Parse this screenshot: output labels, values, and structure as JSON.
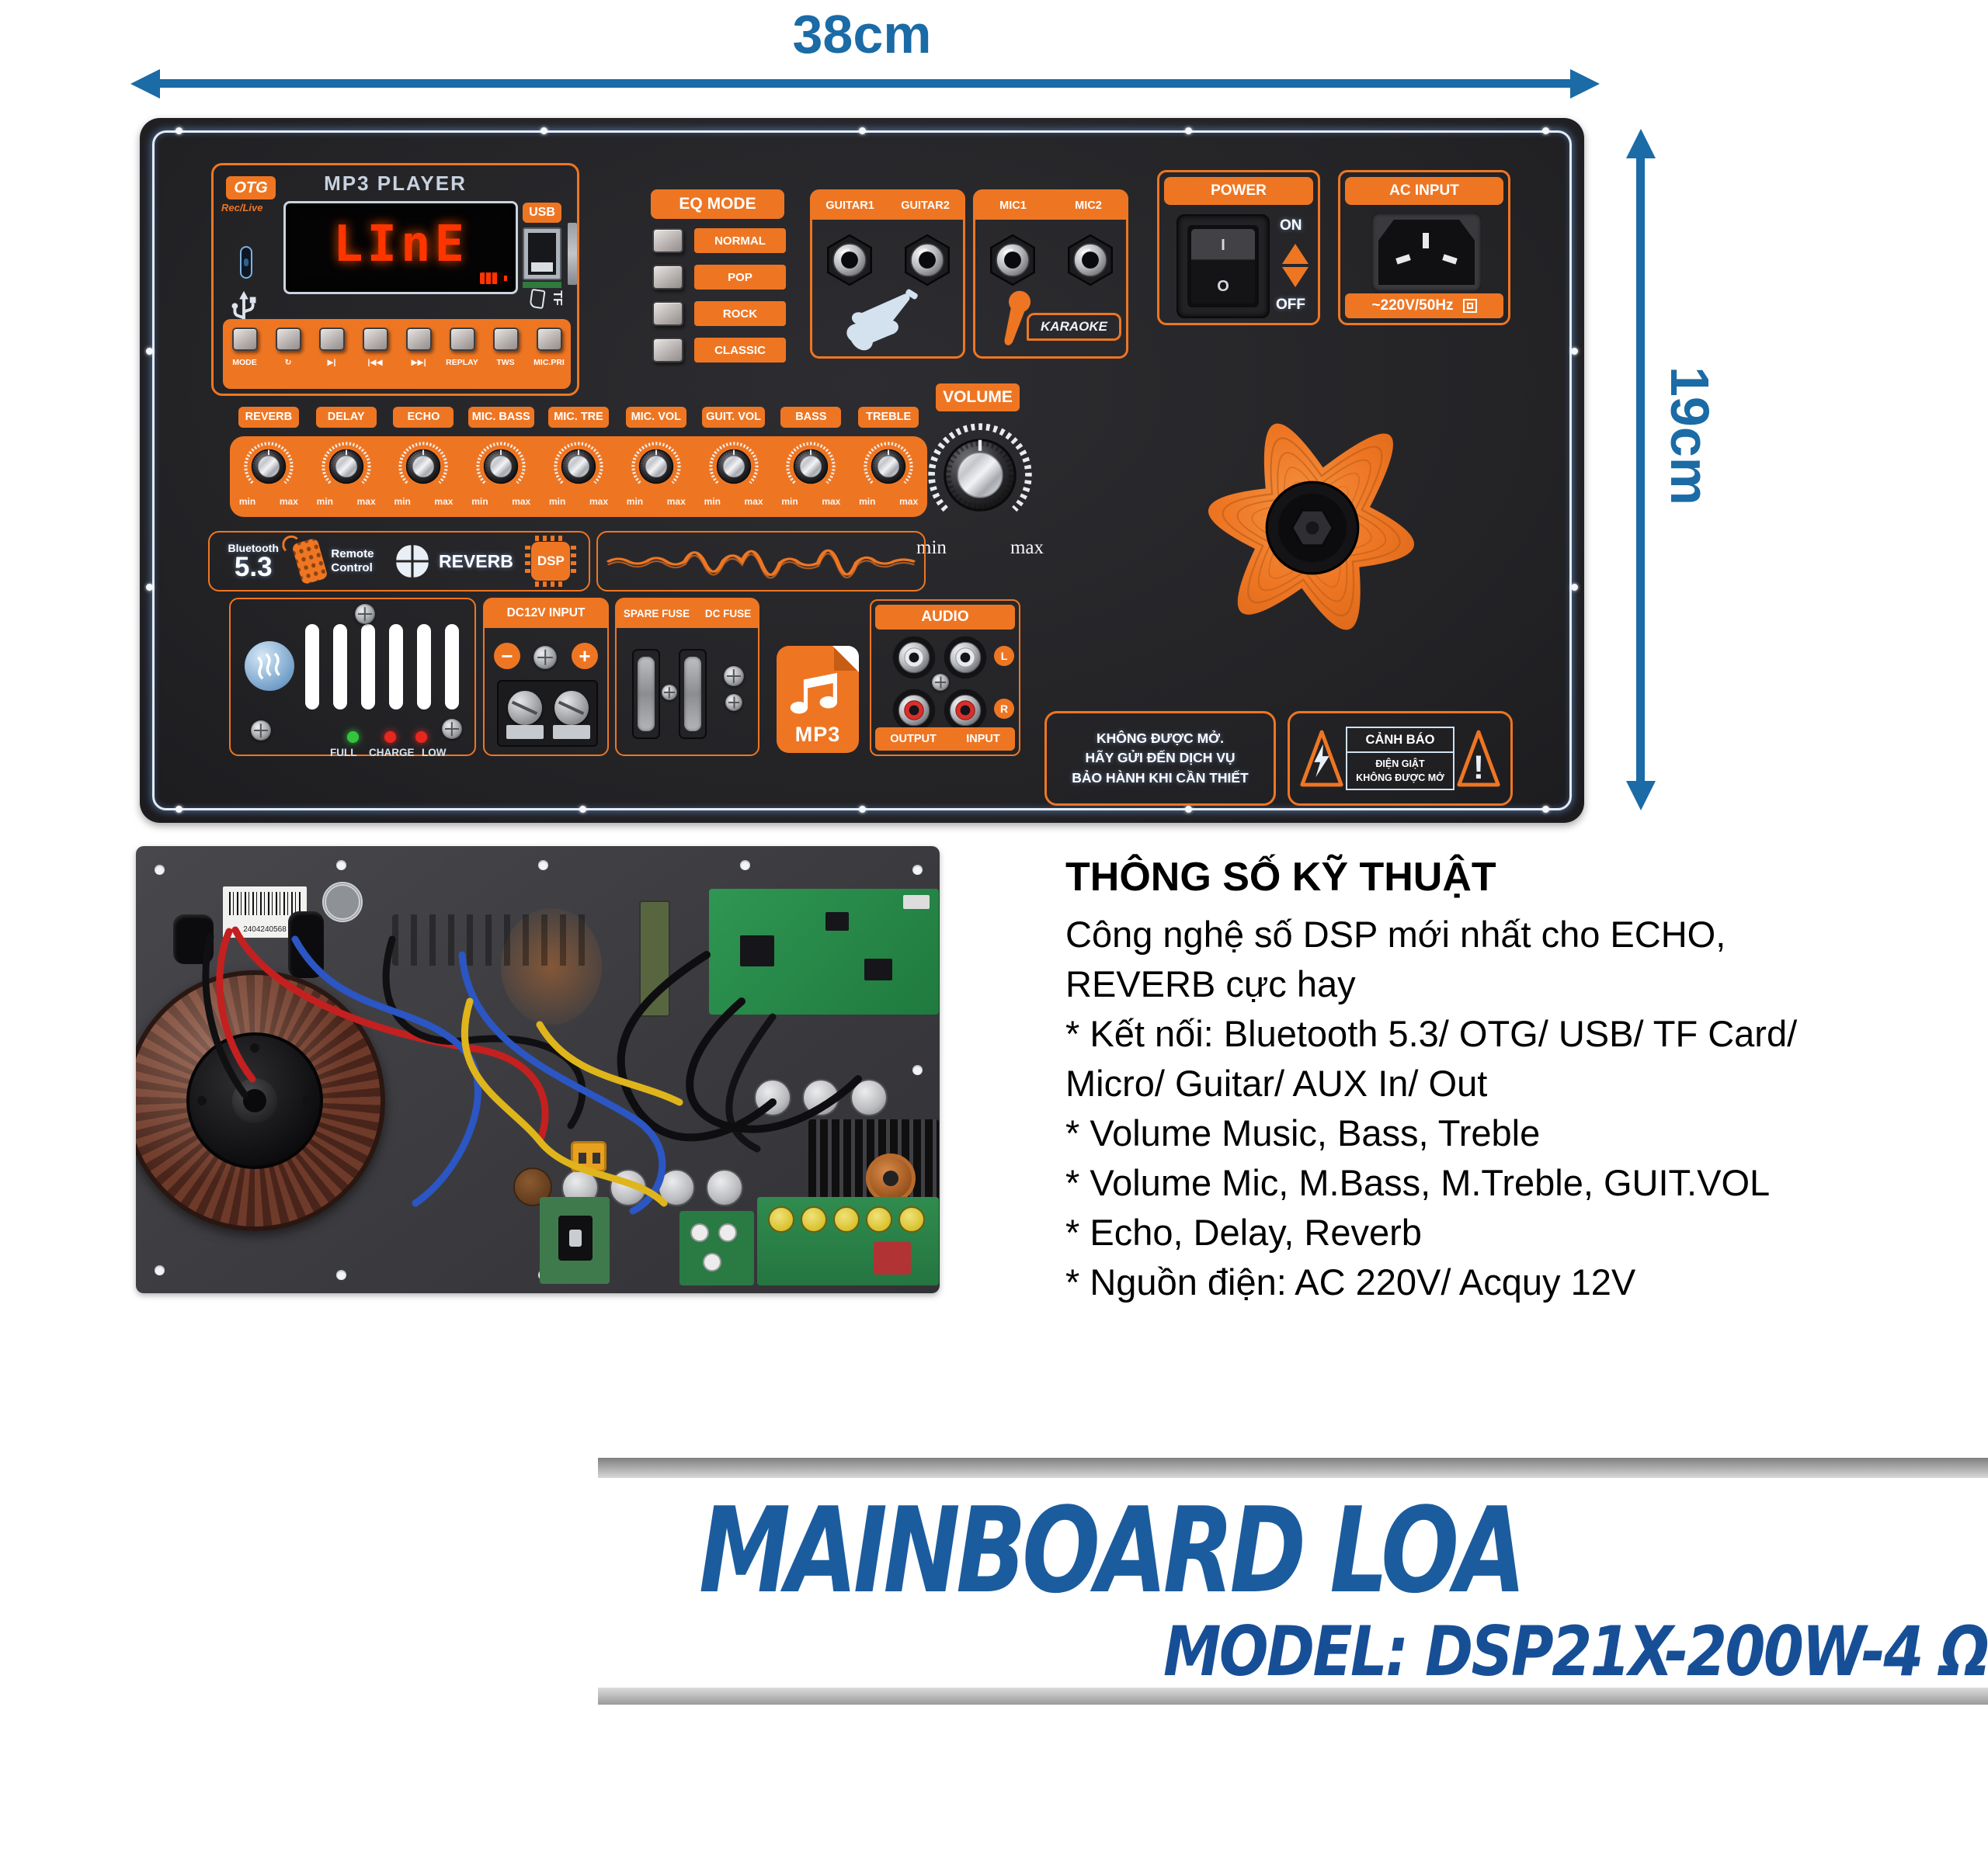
{
  "colors": {
    "orange": "#EE7623",
    "dimension_blue": "#1A6BA6",
    "title_blue": "#1B5C9E",
    "model_blue": "#174F97",
    "led_red": "#FF3500"
  },
  "dimensions": {
    "width_label": "38cm",
    "height_label": "19cm"
  },
  "panel": {
    "mp3": {
      "title": "MP3 PLAYER",
      "otg": "OTG",
      "otg_sub": "Rec/Live",
      "display_text": "LInE",
      "usb_label": "USB",
      "tf_label": "TF",
      "buttons": [
        "MODE",
        "↻",
        "▶|",
        "|◀◀",
        "▶▶|",
        "REPLAY",
        "TWS",
        "MIC.PRI"
      ]
    },
    "eq": {
      "title": "EQ MODE",
      "options": [
        "NORMAL",
        "POP",
        "ROCK",
        "CLASSIC"
      ]
    },
    "guitar": {
      "jack1_label": "GUITAR1",
      "jack2_label": "GUITAR2"
    },
    "mic": {
      "jack1_label": "MIC1",
      "jack2_label": "MIC2",
      "karaoke_label": "KARAOKE"
    },
    "power": {
      "title": "POWER",
      "on_label": "ON",
      "off_label": "OFF",
      "switch_on": "I",
      "switch_off": "O"
    },
    "ac_input": {
      "title": "AC INPUT",
      "rating": "~220V/50Hz"
    },
    "knobs": {
      "labels": [
        "REVERB",
        "DELAY",
        "ECHO",
        "MIC. BASS",
        "MIC. TRE",
        "MIC. VOL",
        "GUIT. VOL",
        "BASS",
        "TREBLE"
      ],
      "min_label": "min",
      "max_label": "max"
    },
    "volume": {
      "label": "VOLUME",
      "min_label": "min",
      "max_label": "max"
    },
    "badges": {
      "bluetooth_word": "Bluetooth",
      "bluetooth_version": "5.3",
      "remote_line1": "Remote",
      "remote_line2": "Control",
      "reverb_label": "REVERB",
      "dsp_label": "DSP"
    },
    "battery_leds": {
      "full": "FULL",
      "charge": "CHARGE",
      "low": "LOW"
    },
    "dc_input": {
      "title": "DC12V INPUT"
    },
    "fuses": {
      "spare": "SPARE FUSE",
      "dc": "DC FUSE"
    },
    "mp3_badge_label": "MP3",
    "audio": {
      "title": "AUDIO",
      "left": "L",
      "right": "R",
      "output": "OUTPUT",
      "input": "INPUT"
    },
    "warning_service": {
      "line1": "KHÔNG ĐƯỢC MỞ.",
      "line2": "HÃY GỬI ĐẾN DỊCH VỤ",
      "line3": "BẢO HÀNH KHI CẦN THIẾT"
    },
    "warning_caution": {
      "title": "CẢNH BÁO",
      "line1": "ĐIỆN GIẬT",
      "line2": "KHÔNG ĐƯỢC MỞ",
      "exclamation": "!"
    }
  },
  "photo": {
    "barcode_number": "2404240568"
  },
  "specs": {
    "title": "THÔNG SỐ KỸ THUẬT",
    "lines": [
      "Công nghệ số DSP mới nhất cho ECHO,",
      "REVERB cực hay",
      "* Kết nối: Bluetooth 5.3/ OTG/ USB/ TF Card/",
      "Micro/ Guitar/ AUX In/ Out",
      "* Volume Music, Bass, Treble",
      "* Volume Mic, M.Bass, M.Treble, GUIT.VOL",
      "* Echo, Delay, Reverb",
      "* Nguồn điện: AC 220V/ Acquy 12V"
    ]
  },
  "footer": {
    "title": "MAINBOARD LOA",
    "model": "MODEL: DSP21X-200W-4 Ω"
  }
}
